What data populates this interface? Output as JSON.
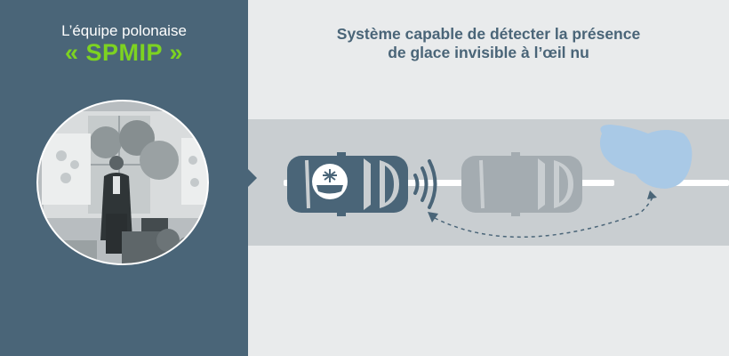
{
  "team": {
    "label": "L’équipe polonaise",
    "name": "« SPMIP »"
  },
  "headline": {
    "line1": "Système capable de détecter la présence",
    "line2": "de glace invisible à l’œil nu"
  },
  "colors": {
    "panel": "#4a6578",
    "accent_green": "#7dd321",
    "road": "#c9ced1",
    "ice": "#a9c9e6",
    "ghost_car": "#a4acb1"
  },
  "icons": {
    "badge": "ice-crystal-icon",
    "signal": "wireless-signal-icon"
  }
}
